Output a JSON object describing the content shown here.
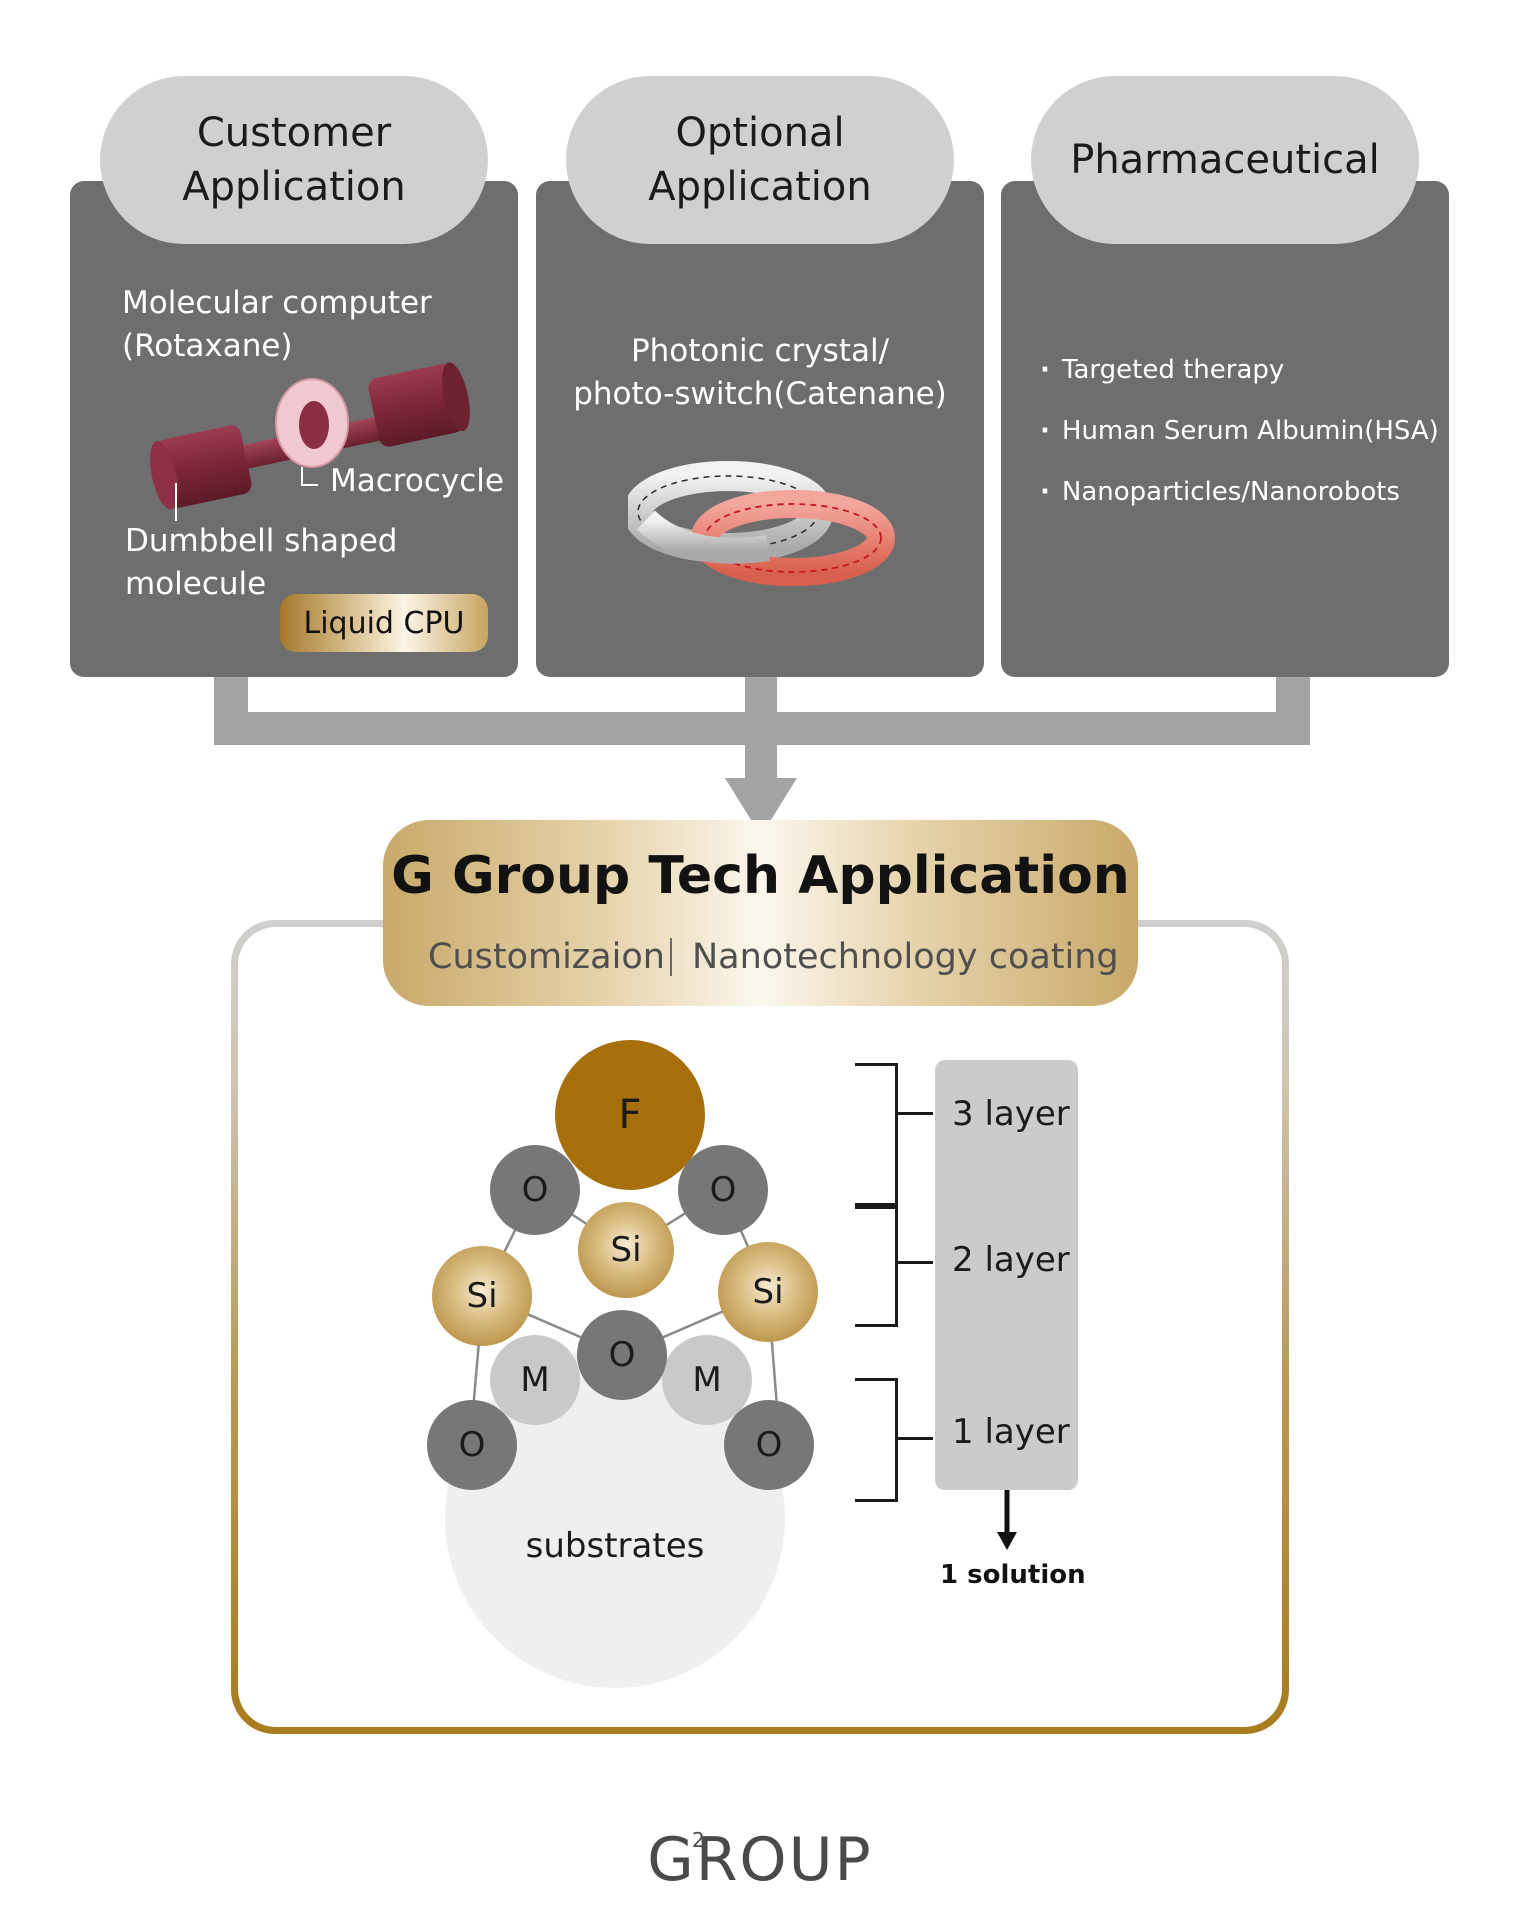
{
  "colors": {
    "card": "#6e6e6e",
    "pill": "#cfd0cf",
    "connector": "#a3a3a3",
    "gold": "#a66f0c",
    "oxygen": "#777777",
    "metal": "#c9c9c9",
    "substrate": "#efefef",
    "rotaxane": "#8a2f45"
  },
  "applications": [
    {
      "title_line1": "Customer",
      "title_line2": "Application",
      "description_line1": "Molecular computer",
      "description_line2": "(Rotaxane)",
      "labels": {
        "macrocycle": "Macrocycle",
        "dumbbell_line1": "Dumbbell shaped",
        "dumbbell_line2": "molecule"
      },
      "badge": "Liquid CPU"
    },
    {
      "title_line1": "Optional",
      "title_line2": "Application",
      "description_line1": "Photonic crystal/",
      "description_line2": "photo-switch(Catenane)"
    },
    {
      "title": "Pharmaceutical",
      "items": [
        "Targeted therapy",
        "Human Serum Albumin(HSA)",
        "Nanoparticles/Nanorobots"
      ]
    }
  ],
  "tech": {
    "title": "G Group Tech Application",
    "subtitle_left": "Customizaion",
    "subtitle_right": "Nanotechnology coating"
  },
  "molecule": {
    "atoms": {
      "f": "F",
      "o": "O",
      "si": "Si",
      "m": "M"
    },
    "substrate_label": "substrates"
  },
  "layers": [
    "3 layer",
    "2 layer",
    "1 layer"
  ],
  "solution": "1 solution",
  "logo": "GROUP",
  "logo_superscript": "2"
}
